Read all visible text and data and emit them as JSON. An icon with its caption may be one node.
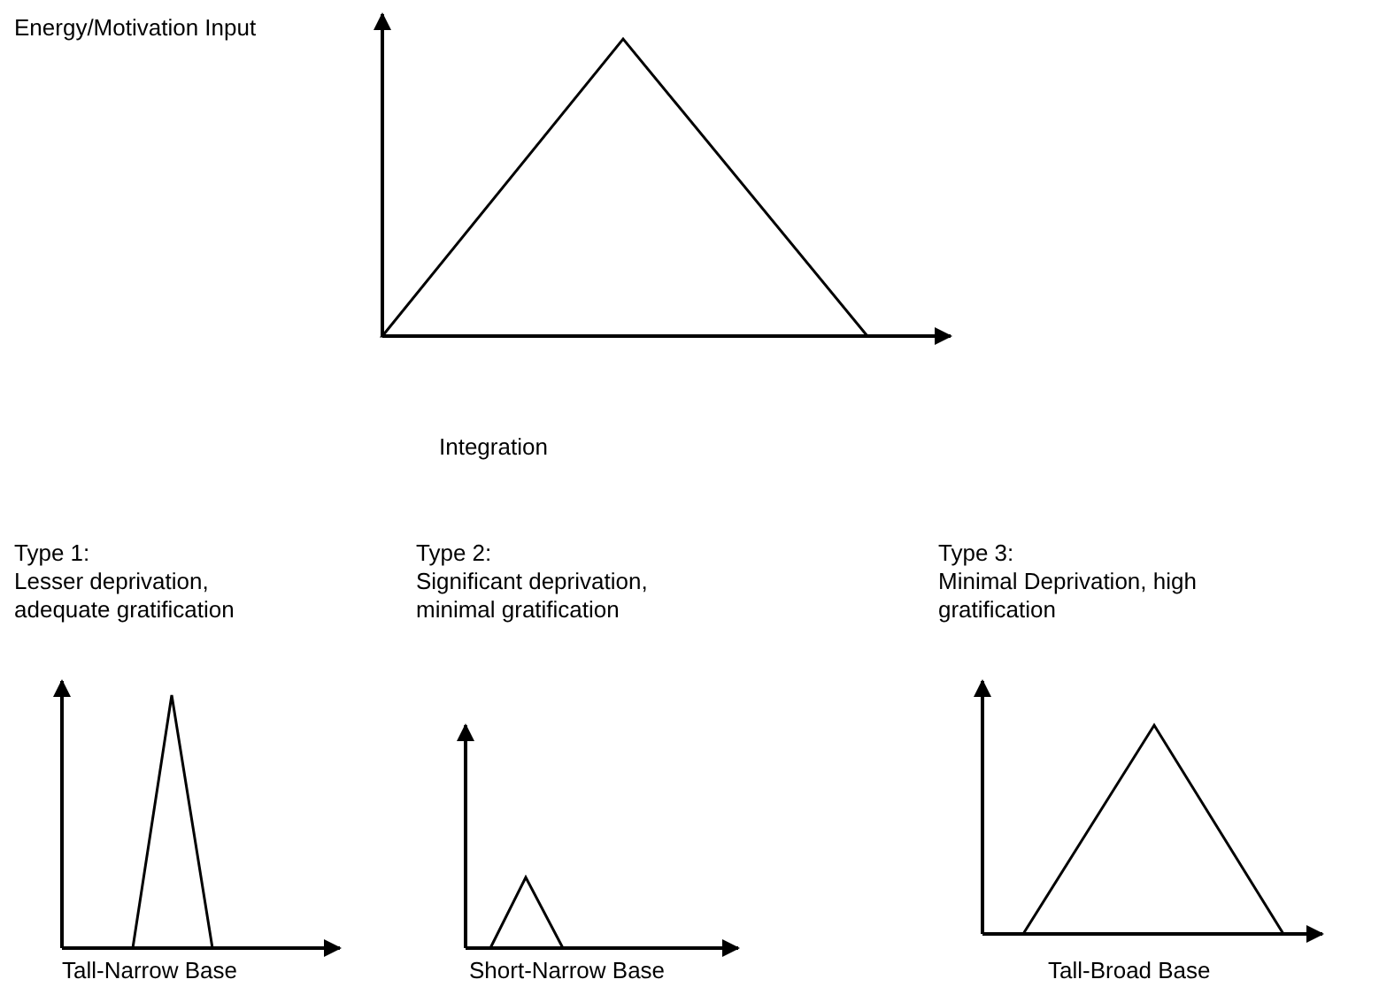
{
  "diagram": {
    "labels": [
      "Energy/Motivation Input",
      "Integration",
      "Type 1:",
      "Lesser deprivation, adequate gratification",
      "Type 2:",
      "Significant deprivation, minimal gratification",
      "Type 3:",
      "Minimal Deprivation, high gratification",
      "Tall-Narrow Base",
      "Short-Narrow Base",
      "Tall-Broad Base"
    ]
  }
}
